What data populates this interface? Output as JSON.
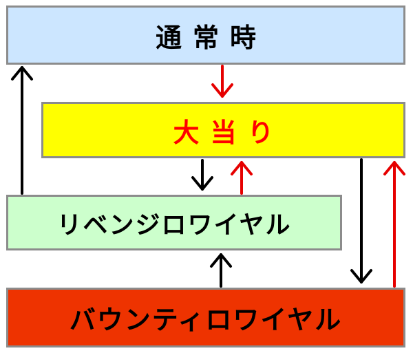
{
  "colors": {
    "border": "#8c8c8c",
    "arrow_black": "#000000",
    "arrow_red": "#e60000"
  },
  "nodes": {
    "normal": {
      "label": "通常時",
      "fill": "#cce6ff",
      "text_color": "#000000"
    },
    "jackpot": {
      "label": "大当り",
      "fill": "#ffff00",
      "text_color": "#ff0000"
    },
    "revenge": {
      "label": "リベンジロワイヤル",
      "fill": "#ccffcc",
      "text_color": "#000000"
    },
    "bounty": {
      "label": "バウンティロワイヤル",
      "fill": "#ee3300",
      "text_color": "#000000"
    }
  },
  "transitions": [
    {
      "from": "normal",
      "to": "jackpot",
      "color": "red"
    },
    {
      "from": "jackpot",
      "to": "revenge",
      "color": "black"
    },
    {
      "from": "revenge",
      "to": "jackpot",
      "color": "red"
    },
    {
      "from": "revenge",
      "to": "normal",
      "color": "black"
    },
    {
      "from": "jackpot",
      "to": "bounty",
      "color": "black"
    },
    {
      "from": "bounty",
      "to": "jackpot",
      "color": "red"
    },
    {
      "from": "bounty",
      "to": "revenge",
      "color": "black"
    }
  ]
}
